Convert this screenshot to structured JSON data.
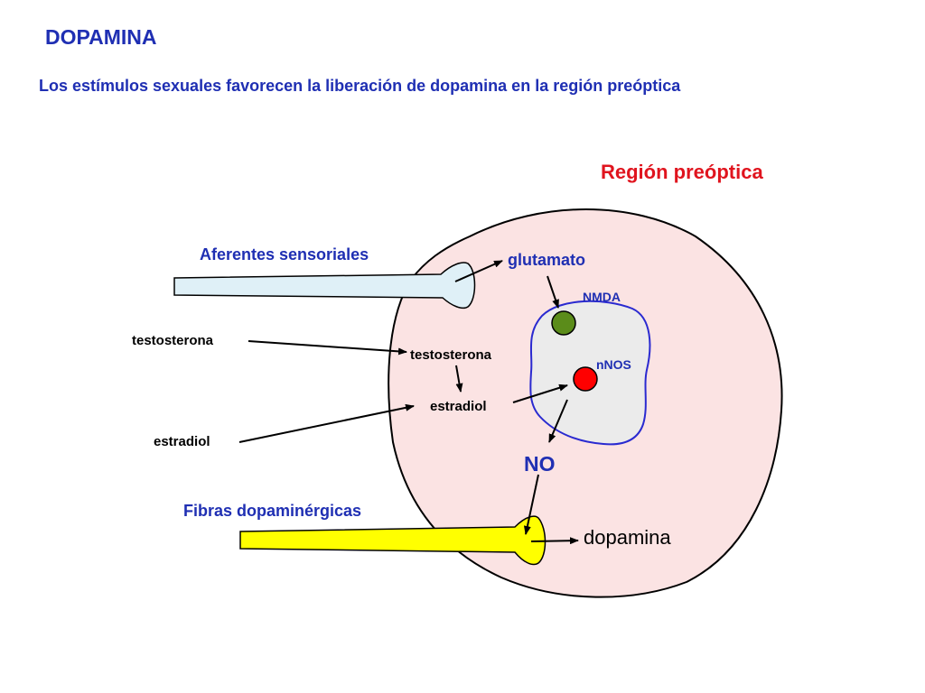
{
  "title": "DOPAMINA",
  "subtitle": "Los estímulos sexuales favorecen la liberación de dopamina en la región preóptica",
  "diagram": {
    "region_label": "Región preóptica",
    "afferents_label": "Aferentes sensoriales",
    "glutamate_label": "glutamato",
    "nmda_label": "NMDA",
    "nnos_label": "nNOS",
    "testosterone_outer_label": "testosterona",
    "testosterone_inner_label": "testosterona",
    "estradiol_inner_label": "estradiol",
    "estradiol_outer_label": "estradiol",
    "no_label": "NO",
    "fibers_label": "Fibras dopaminérgicas",
    "dopamine_label": "dopamina"
  },
  "colors": {
    "title_blue": "#1f2fb3",
    "region_red": "#e0141e",
    "region_fill": "#fbe3e3",
    "neuron_fill": "#ebebeb",
    "neuron_border": "#2a2ad0",
    "afferent_fill": "#dff0f7",
    "fiber_fill": "#ffff00",
    "nmda_green": "#5b8c1a",
    "nnos_red": "#ff0000"
  }
}
